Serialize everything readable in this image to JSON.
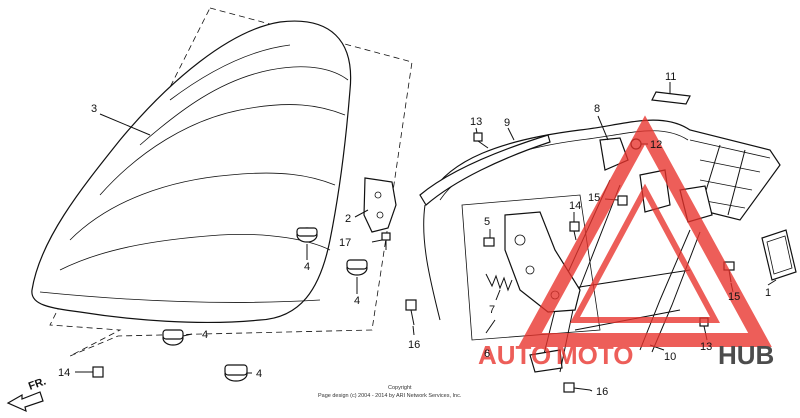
{
  "callouts": {
    "c1": "1",
    "c2": "2",
    "c3": "3",
    "c4a": "4",
    "c4b": "4",
    "c4c": "4",
    "c4d": "4",
    "c5": "5",
    "c6": "6",
    "c7": "7",
    "c8": "8",
    "c9": "9",
    "c10": "10",
    "c11": "11",
    "c12": "12",
    "c13a": "13",
    "c13b": "13",
    "c14a": "14",
    "c14b": "14",
    "c15a": "15",
    "c15b": "15",
    "c16a": "16",
    "c16b": "16",
    "c17": "17"
  },
  "direction": {
    "label": "FR."
  },
  "copyright": {
    "line1": "Copyright",
    "line2": "Page design (c) 2004 - 2014 by ARI Network Services, Inc."
  },
  "watermark": {
    "part1": "AUTO",
    "part2": "MOTO",
    "part3": "HUB",
    "color_primary": "#e8322b",
    "color_secondary": "#1a1a1a"
  }
}
